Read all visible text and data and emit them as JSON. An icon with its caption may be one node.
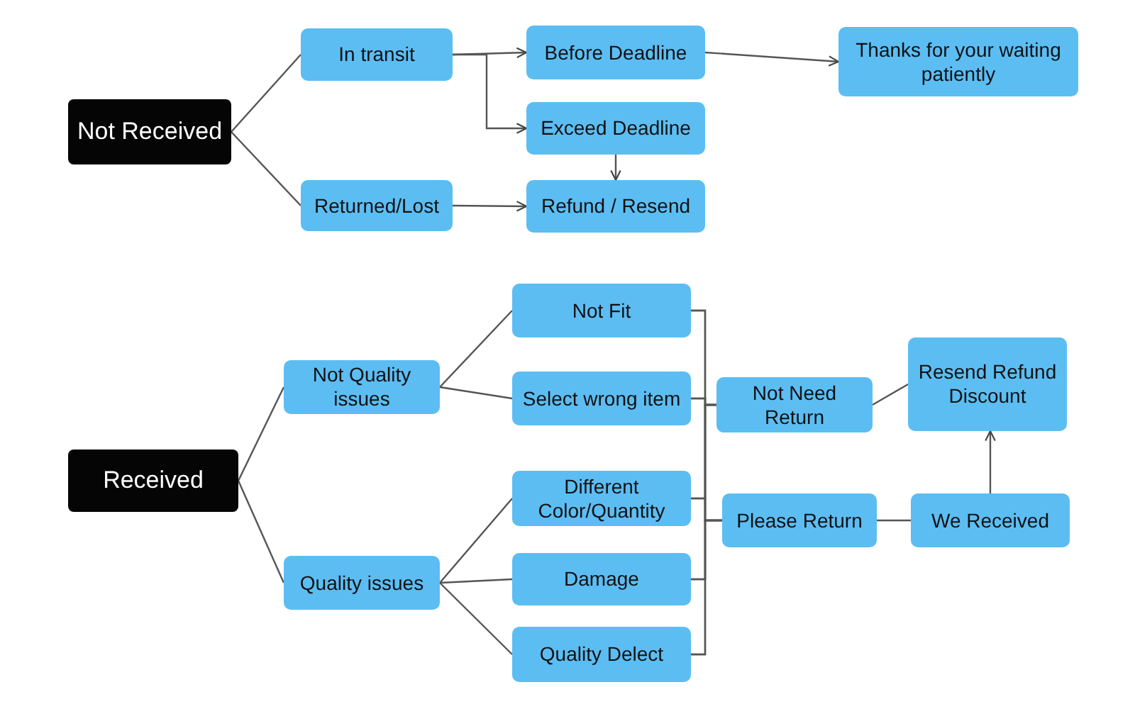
{
  "diagram": {
    "nodes": [
      {
        "text": [
          "Not Received"
        ]
      },
      {
        "text": [
          "In transit"
        ]
      },
      {
        "text": [
          "Returned/Lost"
        ]
      },
      {
        "text": [
          "Before Deadline"
        ]
      },
      {
        "text": [
          "Thanks for your waiting patiently"
        ]
      },
      {
        "text": [
          "Exceed Deadline"
        ]
      },
      {
        "text": [
          "Refund / Resend"
        ]
      },
      {
        "text": [
          "Received"
        ]
      },
      {
        "text": [
          "Not Quality issues"
        ]
      },
      {
        "text": [
          "Quality issues"
        ]
      },
      {
        "text": [
          "Not Fit"
        ]
      },
      {
        "text": [
          "Select wrong item"
        ]
      },
      {
        "text": [
          "Different Color/Quantity"
        ]
      },
      {
        "text": [
          "Damage"
        ]
      },
      {
        "text": [
          "Quality Delect"
        ]
      },
      {
        "text": [
          "Not Need Return"
        ]
      },
      {
        "text": [
          "Please Return"
        ]
      },
      {
        "text": [
          "Resend Refund Discount"
        ]
      },
      {
        "text": [
          "We Received"
        ]
      }
    ],
    "edges": [
      {
        "from": 0,
        "to": 1,
        "arrow": "none"
      },
      {
        "from": 0,
        "to": 2,
        "arrow": "none"
      },
      {
        "from": 1,
        "to": 3,
        "arrow": "to"
      },
      {
        "from": 1,
        "to": 5,
        "arrow": "to"
      },
      {
        "from": 3,
        "to": 4,
        "arrow": "to"
      },
      {
        "from": 5,
        "to": 6,
        "arrow": "to"
      },
      {
        "from": 2,
        "to": 6,
        "arrow": "to"
      },
      {
        "from": 7,
        "to": 8,
        "arrow": "none"
      },
      {
        "from": 7,
        "to": 9,
        "arrow": "none"
      },
      {
        "from": 8,
        "to": 10,
        "arrow": "none"
      },
      {
        "from": 8,
        "to": 11,
        "arrow": "none"
      },
      {
        "from": 9,
        "to": 12,
        "arrow": "none"
      },
      {
        "from": 9,
        "to": 13,
        "arrow": "none"
      },
      {
        "from": 9,
        "to": 14,
        "arrow": "none"
      },
      {
        "from": 10,
        "to": 15,
        "arrow": "none"
      },
      {
        "from": 11,
        "to": 15,
        "arrow": "none"
      },
      {
        "from": 12,
        "to": 15,
        "arrow": "none"
      },
      {
        "from": 13,
        "to": 15,
        "arrow": "none"
      },
      {
        "from": 14,
        "to": 15,
        "arrow": "none"
      },
      {
        "from": 10,
        "to": 16,
        "arrow": "none"
      },
      {
        "from": 11,
        "to": 16,
        "arrow": "none"
      },
      {
        "from": 12,
        "to": 16,
        "arrow": "none"
      },
      {
        "from": 13,
        "to": 16,
        "arrow": "none"
      },
      {
        "from": 14,
        "to": 16,
        "arrow": "none"
      },
      {
        "from": 15,
        "to": 17,
        "arrow": "none"
      },
      {
        "from": 16,
        "to": 18,
        "arrow": "none"
      },
      {
        "from": 18,
        "to": 17,
        "arrow": "to"
      }
    ]
  }
}
